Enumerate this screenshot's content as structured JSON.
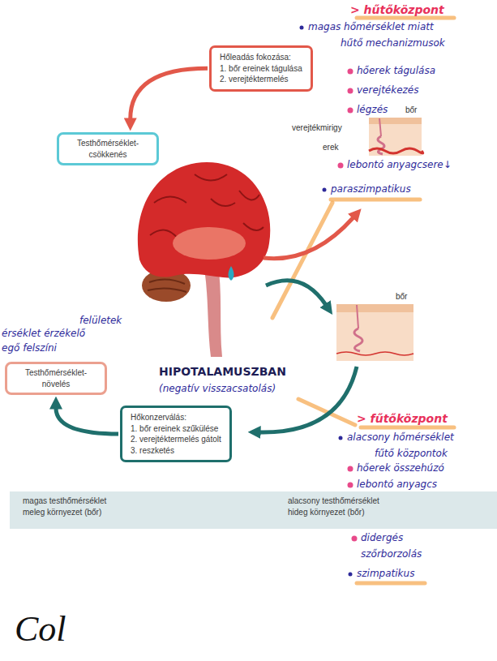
{
  "diagram": {
    "nodes": [
      {
        "text": [
          "Hőleadás fokozása:",
          "1. bőr ereinek tágulása",
          "2. verejtéktermelés"
        ]
      },
      {
        "text": [
          "Testhőmérséklet-csökkenés"
        ]
      },
      {
        "text": [
          "Testhőmérséklet-növelés"
        ]
      },
      {
        "text": [
          "Hőkonzerválás:",
          "1. bőr ereinek szűkülése",
          "2. verejtéktermelés gátolt",
          "3. reszketés"
        ]
      },
      {
        "text": [
          "magas testhőmérséklet meleg környezet (bőr)",
          "alacsony testhőmérséklet hideg környezet (bőr)"
        ]
      }
    ],
    "edges": [
      {
        "from": 0,
        "to": 1,
        "arrow": "to"
      },
      {
        "from": 3,
        "to": 2,
        "arrow": "to"
      }
    ],
    "labels": [
      "verejtékmirigy",
      "erek",
      "bőr",
      "bőr",
      "> hűtőközpont",
      "magas hőmérséklet miatt",
      "hűtő mechanizmusok",
      "hőerek tágulása",
      "verejtékezés",
      "légzés",
      "lebontó anyagcsere↓",
      "paraszimpatikus",
      "érséklet érzékelő",
      "felületek",
      "egő felszíni",
      "HIPOTALAMUSZBAN",
      "(negatív visszacsatolás)",
      "> fűtőközpont",
      "alacsony hőmérséklet",
      "fűtő központok",
      "hőerek összehúzó",
      "lebontó anyagcs",
      "didergés",
      "szőrborzolás",
      "szimpatikus",
      "Col"
    ]
  }
}
